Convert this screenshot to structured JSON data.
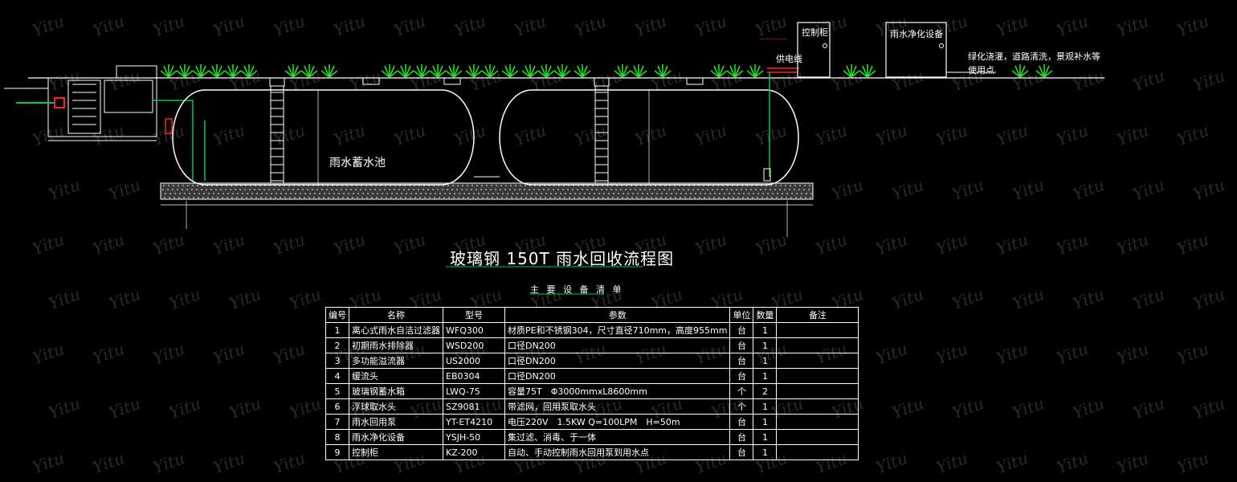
{
  "watermark": "Yitu",
  "diagram": {
    "tank_label": "雨水蓄水池",
    "control_cabinet": "控制柜",
    "purifier": "雨水净化设备",
    "power_line": "供电线",
    "usage_note_1": "绿化浇灌，道路清洗，景观补水等",
    "usage_note_2": "使用点",
    "title": "玻璃钢 150T 雨水回收流程图",
    "subtitle": "主 要 设 备 清 单"
  },
  "table": {
    "headers": [
      "编号",
      "名称",
      "型号",
      "参数",
      "单位",
      "数量",
      "备注"
    ],
    "rows": [
      [
        "1",
        "离心式雨水自洁过滤器",
        "WFQ300",
        "材质PE和不锈钢304，尺寸直径710mm，高度955mm",
        "台",
        "1",
        ""
      ],
      [
        "2",
        "初期雨水排除器",
        "WSD200",
        "口径DN200",
        "台",
        "1",
        ""
      ],
      [
        "3",
        "多功能溢流器",
        "US2000",
        "口径DN200",
        "台",
        "1",
        ""
      ],
      [
        "4",
        "缓流头",
        "EB0304",
        "口径DN200",
        "台",
        "1",
        ""
      ],
      [
        "5",
        "玻璃钢蓄水箱",
        "LWQ-75",
        "容量75T　Φ3000mmxL8600mm",
        "个",
        "2",
        ""
      ],
      [
        "6",
        "浮球取水头",
        "SZ9081",
        "带滤网，回用泵取水头",
        "个",
        "1",
        ""
      ],
      [
        "7",
        "雨水回用泵",
        "YT-ET4210",
        "电压220V　1.5KW Q=100LPM　H=50m",
        "台",
        "1",
        ""
      ],
      [
        "8",
        "雨水净化设备",
        "YSJH-50",
        "集过滤、消毒、于一体",
        "台",
        "1",
        ""
      ],
      [
        "9",
        "控制柜",
        "KZ-200",
        "自动、手动控制雨水回用泵到用水点",
        "台",
        "1",
        ""
      ]
    ]
  },
  "colors": {
    "line": "#ffffff",
    "grass": "#22dd22",
    "pipe_green": "#00cc44",
    "red": "#ff2222",
    "gravel": "#cfcfcf"
  }
}
